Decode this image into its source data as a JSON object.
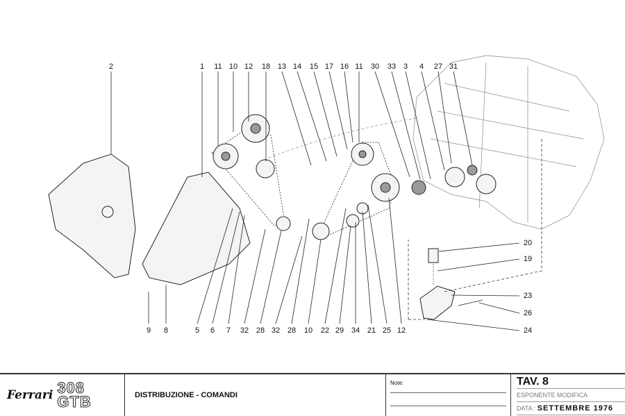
{
  "diagram": {
    "top_labels": [
      "2",
      "1",
      "11",
      "10",
      "12",
      "18",
      "13",
      "14",
      "15",
      "17",
      "16",
      "11",
      "30",
      "33",
      "3",
      "4",
      "27",
      "31"
    ],
    "bottom_labels": [
      "9",
      "8",
      "5",
      "6",
      "7",
      "32",
      "28",
      "32",
      "28",
      "10",
      "22",
      "29",
      "34",
      "21",
      "25",
      "12"
    ],
    "right_labels": [
      "20",
      "19",
      "23",
      "26",
      "24"
    ]
  },
  "title_block": {
    "brand": "Ferrari",
    "model_line1": "308",
    "model_line2": "GTB",
    "title": "DISTRIBUZIONE - COMANDI",
    "notes_label": "Note:",
    "table_label": "TAV. 8",
    "revision_label": "ESPONENTE MODIFICA",
    "date_label": "DATA",
    "date_value": "SETTEMBRE 1976"
  }
}
